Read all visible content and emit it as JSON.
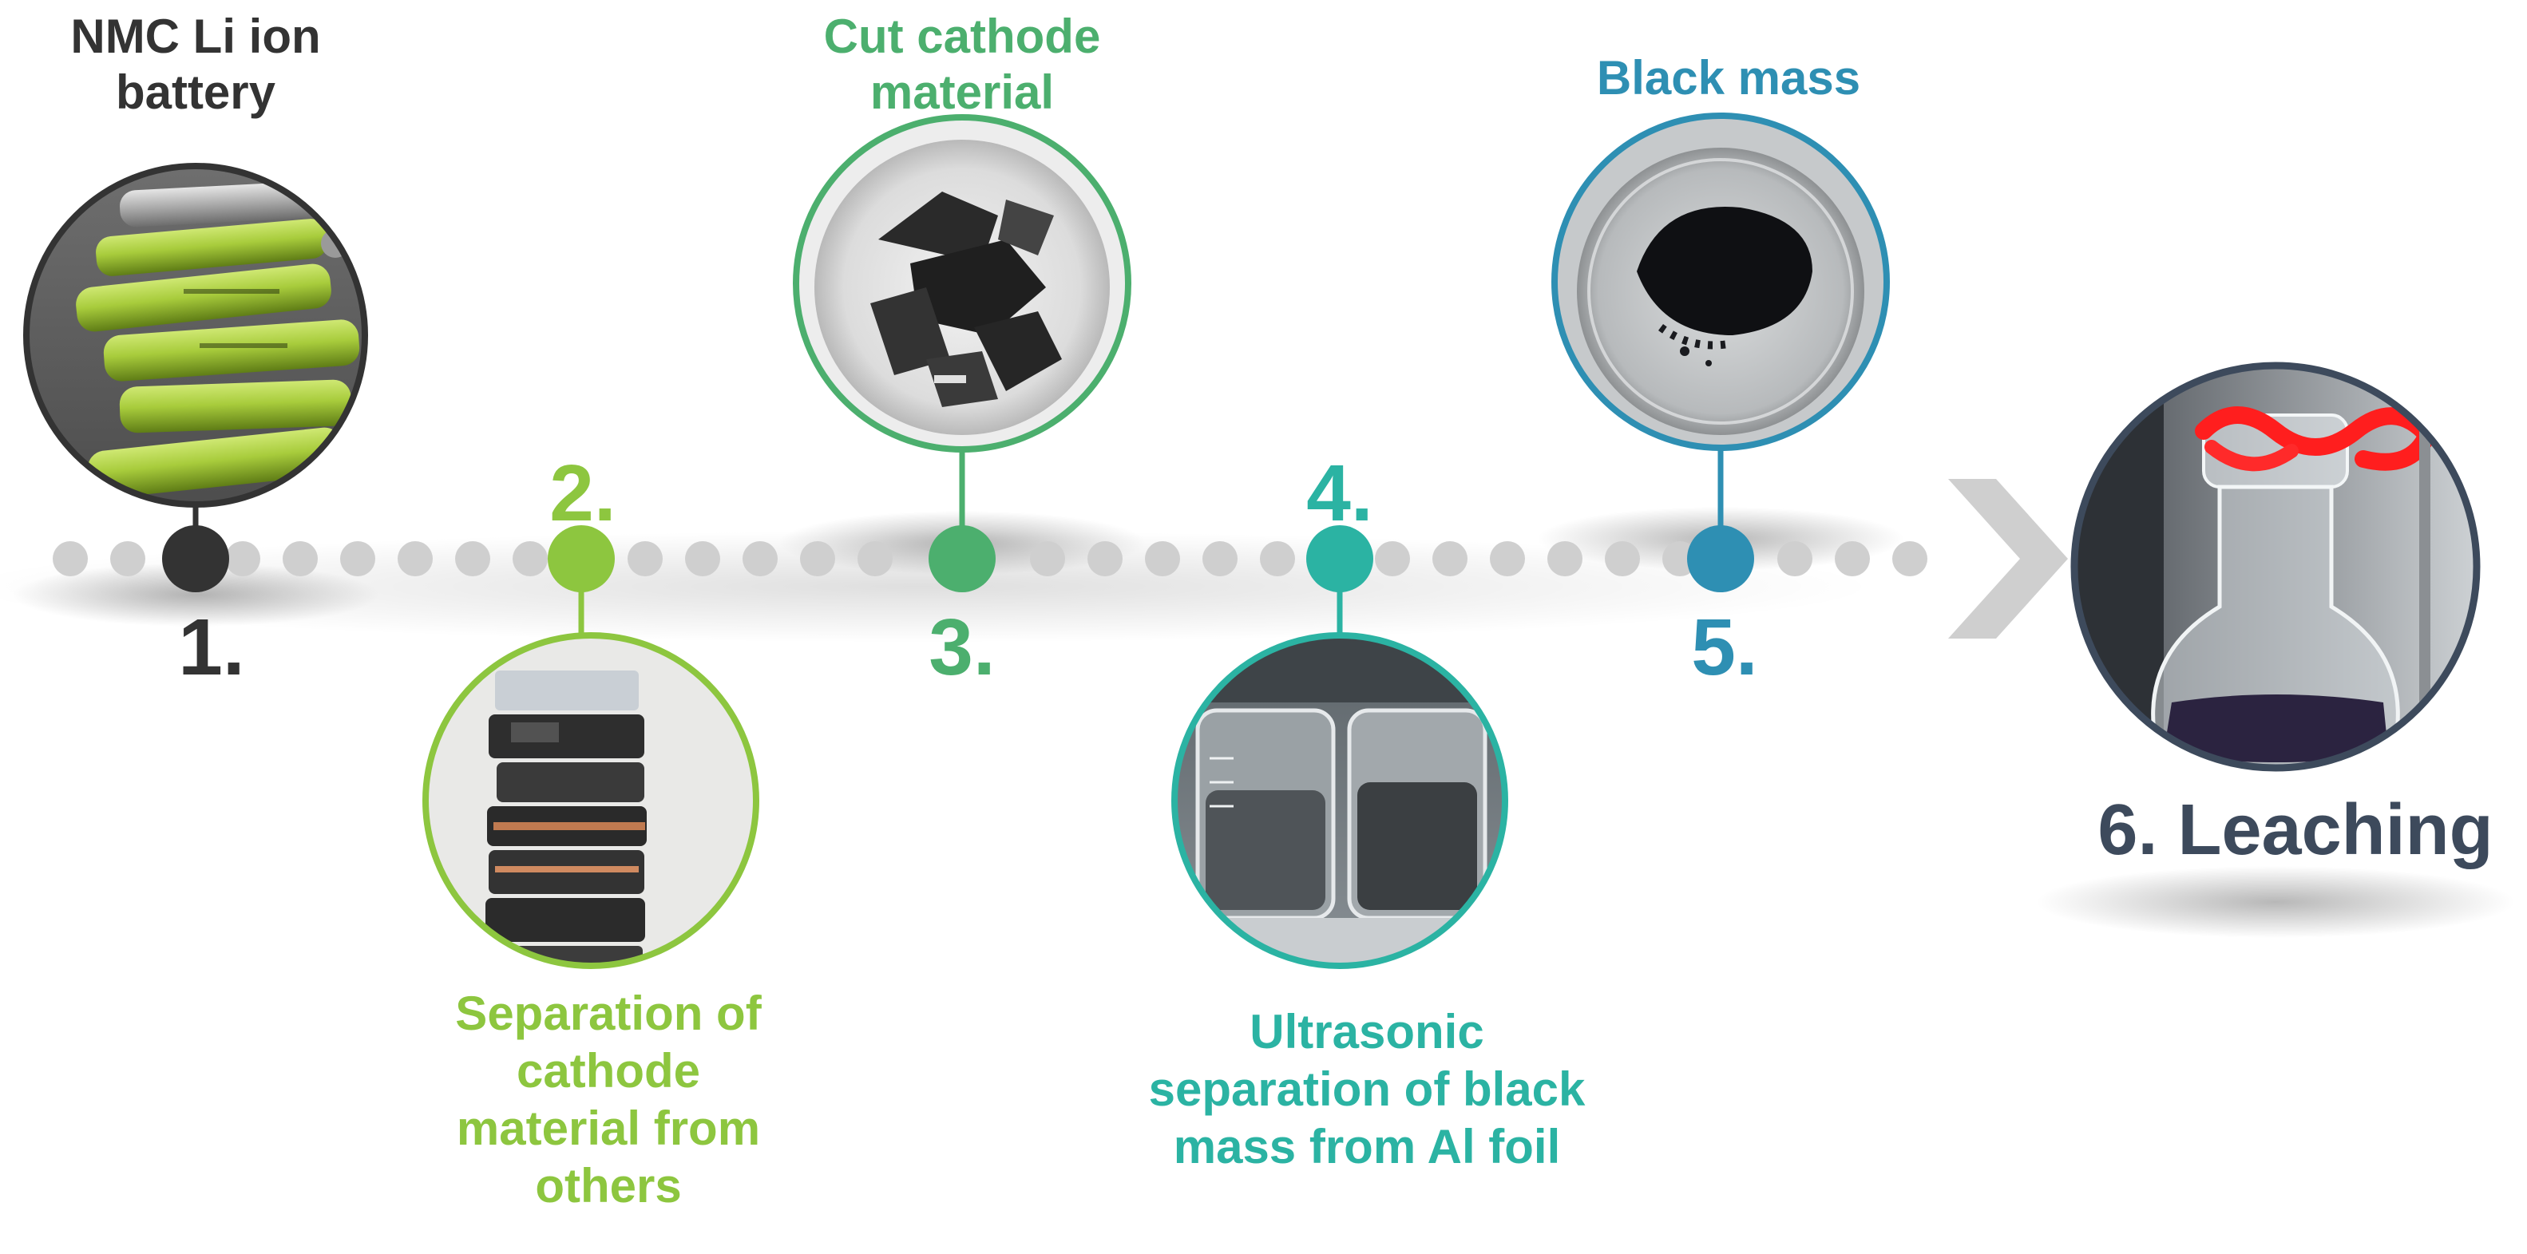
{
  "colors": {
    "step1": "#333333",
    "step2": "#8dc63f",
    "step3": "#4caf6e",
    "step4": "#2bb3a3",
    "step5": "#2e8fb3",
    "step6": "#3d4a5c",
    "timeline_dot": "#cfcfcf"
  },
  "steps": [
    {
      "number": "1.",
      "caption": [
        "NMC Li ion",
        "battery"
      ],
      "photo_icon": "battery-cells-photo-icon"
    },
    {
      "number": "2.",
      "caption": [
        "Separation of",
        "cathode",
        "material from",
        "others"
      ],
      "photo_icon": "stacked-electrodes-photo-icon"
    },
    {
      "number": "3.",
      "caption": [
        "Cut cathode",
        "material"
      ],
      "photo_icon": "cut-cathode-pieces-photo-icon"
    },
    {
      "number": "4.",
      "caption": [
        "Ultrasonic",
        "separation of black",
        "mass from Al foil"
      ],
      "photo_icon": "beakers-photo-icon"
    },
    {
      "number": "5.",
      "caption": [
        "Black mass"
      ],
      "photo_icon": "black-powder-dish-photo-icon"
    },
    {
      "number": "6. Leaching",
      "caption": [],
      "photo_icon": "leaching-flask-photo-icon"
    }
  ]
}
